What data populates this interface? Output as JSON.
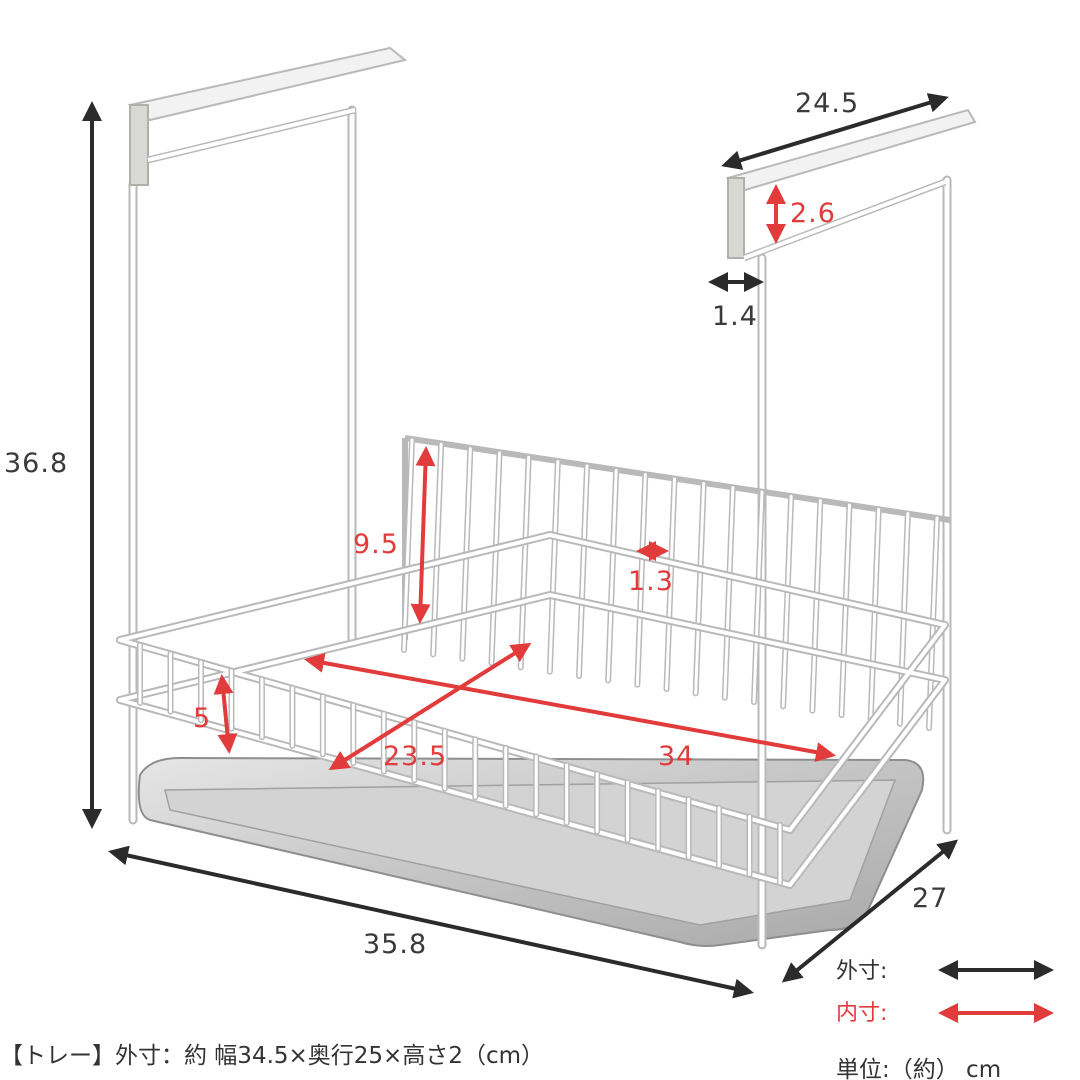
{
  "dimensions": {
    "outer_height": "36.8",
    "outer_width": "35.8",
    "outer_depth": "27",
    "hook_width": "24.5",
    "hook_thickness": "1.4",
    "inner_hook_gap": "2.6",
    "inner_rack_height": "9.5",
    "inner_slot_gap": "1.3",
    "inner_basket_height": "5",
    "inner_basket_depth": "23.5",
    "inner_basket_width": "34"
  },
  "legend": {
    "outer_label": "外寸:",
    "inner_label": "内寸:"
  },
  "footer": {
    "tray_spec": "【トレー】外寸：約 幅34.5×奥行25×高さ2（cm）",
    "unit": "単位:（約） cm"
  },
  "colors": {
    "outer_arrow": "#2b2b2b",
    "inner_arrow": "#e23b3b",
    "wire": "#ffffff",
    "wire_edge": "#b9b9b9",
    "tray": "#c9c9c9"
  }
}
